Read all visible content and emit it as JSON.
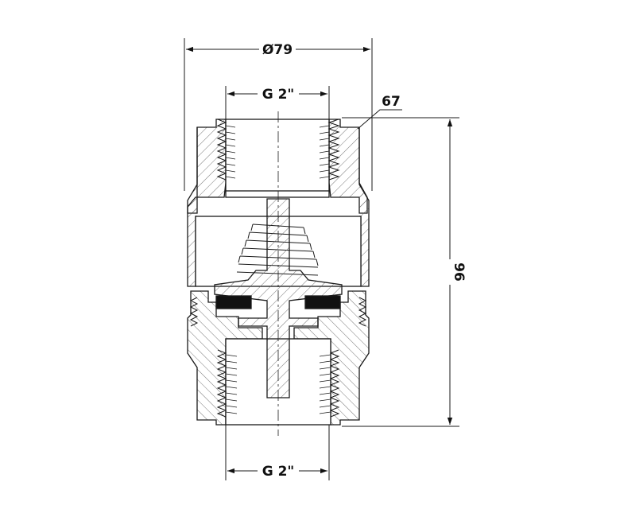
{
  "dimensions": {
    "outer_diameter": "Ø79",
    "thread_top": "G 2\"",
    "thread_bottom": "G 2\"",
    "hex_size": "67",
    "height": "96"
  },
  "colors": {
    "line": "#1a1a1a",
    "hatch": "#555555",
    "seal": "#111111",
    "background": "#ffffff"
  }
}
